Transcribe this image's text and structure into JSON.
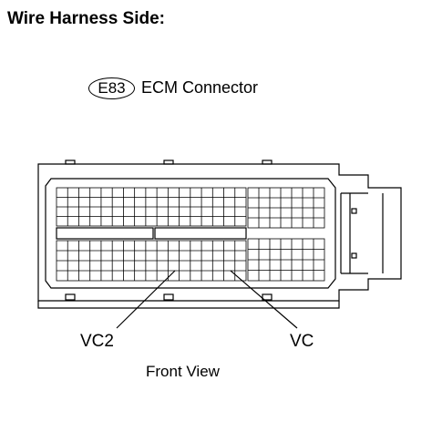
{
  "title": "Wire Harness Side:",
  "connector": {
    "code": "E83",
    "name": "ECM Connector"
  },
  "pins": {
    "left": "VC2",
    "right": "VC"
  },
  "view_label": "Front View",
  "colors": {
    "line": "#000000",
    "background": "#ffffff"
  }
}
